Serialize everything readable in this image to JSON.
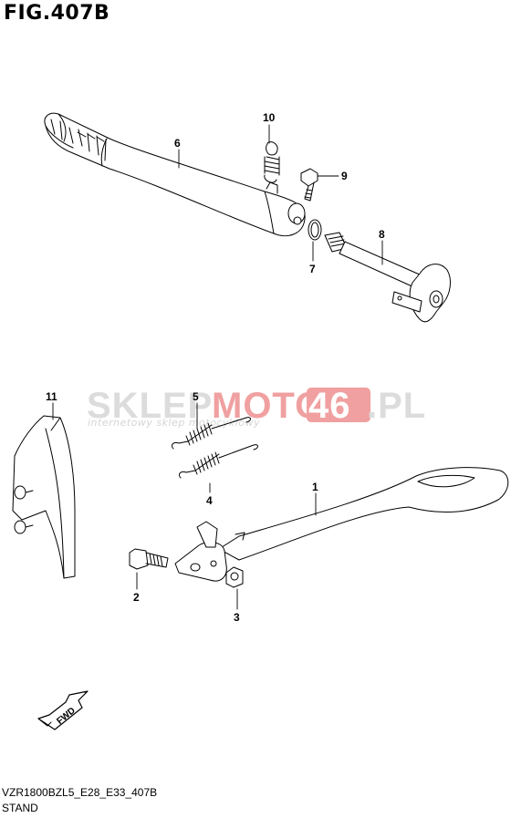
{
  "figure": {
    "title": "FIG.407B"
  },
  "footer": {
    "model_code": "VZR1800BZL5_E28_E33_407B",
    "section": "STAND"
  },
  "watermark": {
    "brand_part1": "SKLEP",
    "brand_part2": "MOTO",
    "brand_part3": "46",
    "brand_part4": ".PL",
    "tagline": "internetowy sklep motocyklowy",
    "colors": {
      "light": "#dcdcdc",
      "red": "#f0a0a0"
    }
  },
  "fwd_badge": {
    "label": "FWD"
  },
  "callouts": [
    {
      "id": "1",
      "label": "1"
    },
    {
      "id": "2",
      "label": "2"
    },
    {
      "id": "3",
      "label": "3"
    },
    {
      "id": "4",
      "label": "4"
    },
    {
      "id": "5",
      "label": "5"
    },
    {
      "id": "6",
      "label": "6"
    },
    {
      "id": "7",
      "label": "7"
    },
    {
      "id": "8",
      "label": "8"
    },
    {
      "id": "9",
      "label": "9"
    },
    {
      "id": "10",
      "label": "10"
    },
    {
      "id": "11",
      "label": "11"
    }
  ],
  "parts": {
    "1": {
      "icon": "side-stand-icon"
    },
    "2": {
      "icon": "stand-bolt-icon"
    },
    "3": {
      "icon": "nut-icon"
    },
    "4": {
      "icon": "spring-icon"
    },
    "5": {
      "icon": "spring-icon"
    },
    "6": {
      "icon": "shift-lever-icon"
    },
    "7": {
      "icon": "o-ring-icon"
    },
    "8": {
      "icon": "shift-shaft-icon"
    },
    "9": {
      "icon": "bolt-icon"
    },
    "10": {
      "icon": "spring-icon"
    },
    "11": {
      "icon": "bracket-icon"
    }
  }
}
